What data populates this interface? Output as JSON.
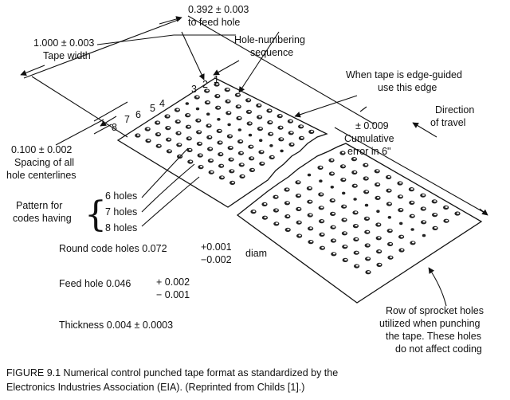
{
  "dimensions": {
    "feed_hole_value": "0.392 ± 0.003",
    "feed_hole_text": "to feed hole",
    "tape_width_value": "1.000 ± 0.003",
    "tape_width_text": "Tape width",
    "spacing_value": "0.100 ± 0.002",
    "spacing_line1": "Spacing of all",
    "spacing_line2": "hole centerlines",
    "cumulative_value": "± 0.009",
    "cumulative_line1": "Cumulative",
    "cumulative_line2": "error in 6\""
  },
  "labels": {
    "hole_numbering_line1": "Hole-numbering",
    "hole_numbering_line2": "sequence",
    "edge_guided_line1": "When tape is edge-guided",
    "edge_guided_line2": "use this edge",
    "direction_line1": "Direction",
    "direction_line2": "of travel",
    "pattern_line1": "Pattern for",
    "pattern_line2": "codes having",
    "six_holes": "6 holes",
    "seven_holes": "7 holes",
    "eight_holes": "8 holes",
    "round_code_holes": "Round code holes 0.072",
    "round_plus": "+0.001",
    "round_minus": "−0.002",
    "diam": "diam",
    "feed_hole_spec": "Feed hole 0.046",
    "feed_plus": "+ 0.002",
    "feed_minus": "− 0.001",
    "thickness": "Thickness 0.004 ± 0.0003",
    "sprocket_line1": "Row of sprocket holes",
    "sprocket_line2": "utilized when punching",
    "sprocket_line3": "the tape.  These holes",
    "sprocket_line4": "do not affect coding"
  },
  "hole_numbers": [
    "1",
    "2",
    "3",
    "4",
    "5",
    "6",
    "7",
    "8"
  ],
  "caption": {
    "line1": "FIGURE 9.1  Numerical control punched tape format as standardized by the",
    "line2": "Electronics Industries Association (EIA). (Reprinted from Childs [1].)"
  }
}
